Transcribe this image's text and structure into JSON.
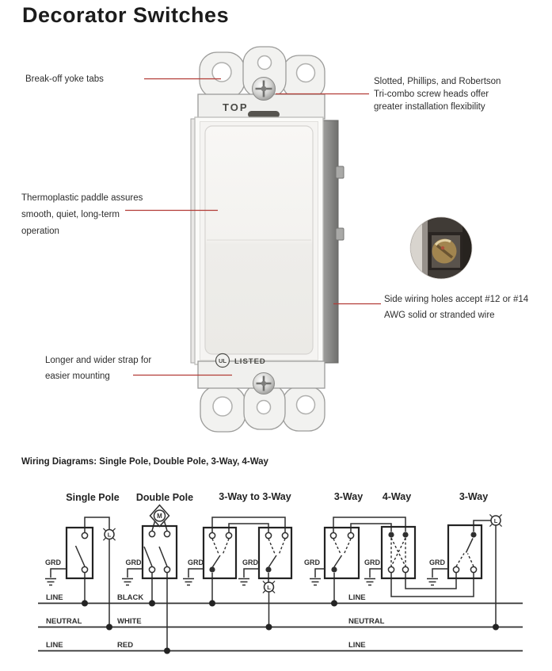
{
  "page": {
    "title": "Decorator Switches",
    "colors": {
      "accent_line": "#b23c36",
      "diagram_line": "#2f2f2f",
      "text": "#2d2d2d"
    }
  },
  "product": {
    "stamp_top": "TOP",
    "stamp_ul": "UL",
    "stamp_listed": "LISTED"
  },
  "callouts": {
    "yoke_tabs": {
      "lines": [
        "Break-off yoke tabs"
      ]
    },
    "screw_heads": {
      "lines": [
        "Slotted, Phillips, and Robertson",
        "Tri-combo screw heads offer",
        "greater installation flexibility"
      ]
    },
    "paddle": {
      "lines": [
        "Thermoplastic paddle assures",
        "smooth, quiet, long-term",
        "operation"
      ]
    },
    "side_wiring": {
      "lines": [
        "Side wiring holes accept #12 or #14",
        "AWG solid or stranded wire"
      ]
    },
    "strap": {
      "lines": [
        "Longer and wider strap for",
        "easier mounting"
      ]
    }
  },
  "wiring": {
    "heading": "Wiring Diagrams: Single Pole, Double Pole, 3-Way, 4-Way",
    "diagram_titles": [
      "Single Pole",
      "Double Pole",
      "3-Way to 3-Way",
      "3-Way",
      "4-Way",
      "3-Way"
    ],
    "ground_label": "GRD",
    "lamp_letter": "L",
    "motor_letter": "M",
    "bus_labels": {
      "left": [
        "LINE",
        "NEUTRAL",
        "LINE"
      ],
      "middle": [
        "BLACK",
        "WHITE",
        "RED"
      ],
      "right": [
        "LINE",
        "NEUTRAL",
        "LINE"
      ]
    }
  }
}
